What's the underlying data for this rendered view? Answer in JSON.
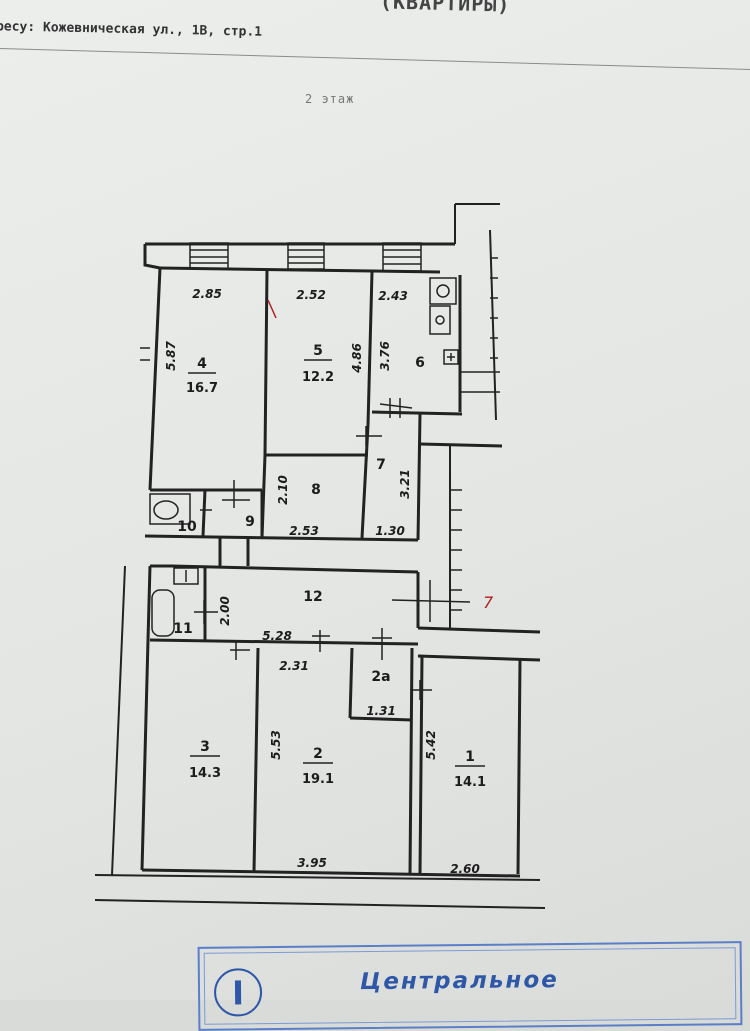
{
  "document": {
    "header_title": "(КВАРТИРЫ)",
    "address": "ресу: Кожевническая ул., 1В, стр.1",
    "floor": "2 этаж",
    "stamp_text": "Центральное"
  },
  "rooms": [
    {
      "number": "4",
      "area": "16.7"
    },
    {
      "number": "5",
      "area": "12.2"
    },
    {
      "number": "6",
      "area": ""
    },
    {
      "number": "7",
      "area": ""
    },
    {
      "number": "8",
      "area": ""
    },
    {
      "number": "9",
      "area": ""
    },
    {
      "number": "10",
      "area": ""
    },
    {
      "number": "11",
      "area": ""
    },
    {
      "number": "12",
      "area": ""
    },
    {
      "number": "2a",
      "area": ""
    },
    {
      "number": "3",
      "area": "14.3"
    },
    {
      "number": "2",
      "area": "19.1"
    },
    {
      "number": "1",
      "area": "14.1"
    }
  ],
  "dimensions": {
    "d_2_85": "2.85",
    "d_2_52": "2.52",
    "d_2_43": "2.43",
    "d_5_87": "5.87",
    "d_4_86": "4.86",
    "d_3_76": "3.76",
    "d_3_21": "3.21",
    "d_2_10": "2.10",
    "d_2_53": "2.53",
    "d_1_30": "1.30",
    "d_2_00": "2.00",
    "d_5_28": "5.28",
    "d_2_31": "2.31",
    "d_5_53": "5.53",
    "d_1_31": "1.31",
    "d_5_42": "5.42",
    "d_3_95": "3.95",
    "d_2_60": "2.60"
  },
  "annotations": {
    "red_seven": "7"
  },
  "colors": {
    "wall": "#222222",
    "annotation_red": "#b02020",
    "stamp_blue": "#2f57a8"
  }
}
